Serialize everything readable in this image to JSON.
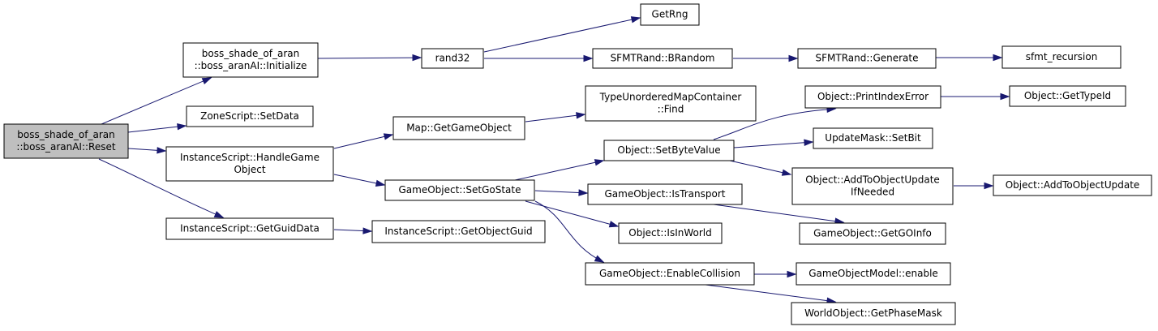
{
  "diagram": {
    "type": "call-graph",
    "edge_color": "#191970",
    "root_fill": "#bfbfbf",
    "nodes": {
      "reset": [
        "boss_shade_of_aran",
        "::boss_aranAI::Reset"
      ],
      "initialize": [
        "boss_shade_of_aran",
        "::boss_aranAI::Initialize"
      ],
      "setdata": [
        "ZoneScript::SetData"
      ],
      "handlego": [
        "InstanceScript::HandleGame",
        "Object"
      ],
      "getguiddata": [
        "InstanceScript::GetGuidData"
      ],
      "rand32": [
        "rand32"
      ],
      "getrng": [
        "GetRng"
      ],
      "brandom": [
        "SFMTRand::BRandom"
      ],
      "generate": [
        "SFMTRand::Generate"
      ],
      "sfmt": [
        "sfmt_recursion"
      ],
      "mapgetgo": [
        "Map::GetGameObject"
      ],
      "typefind": [
        "TypeUnorderedMapContainer",
        "::Find"
      ],
      "setgostate": [
        "GameObject::SetGoState"
      ],
      "getobjguid": [
        "InstanceScript::GetObjectGuid"
      ],
      "setbyte": [
        "Object::SetByteValue"
      ],
      "istransport": [
        "GameObject::IsTransport"
      ],
      "isinworld": [
        "Object::IsInWorld"
      ],
      "enablecoll": [
        "GameObject::EnableCollision"
      ],
      "printindex": [
        "Object::PrintIndexError"
      ],
      "gettypeid": [
        "Object::GetTypeId"
      ],
      "setbit": [
        "UpdateMask::SetBit"
      ],
      "addifneeded": [
        "Object::AddToObjectUpdate",
        "IfNeeded"
      ],
      "addupdate": [
        "Object::AddToObjectUpdate"
      ],
      "getgoinfo": [
        "GameObject::GetGOInfo"
      ],
      "gomodelenable": [
        "GameObjectModel::enable"
      ],
      "getphasemask": [
        "WorldObject::GetPhaseMask"
      ]
    }
  }
}
